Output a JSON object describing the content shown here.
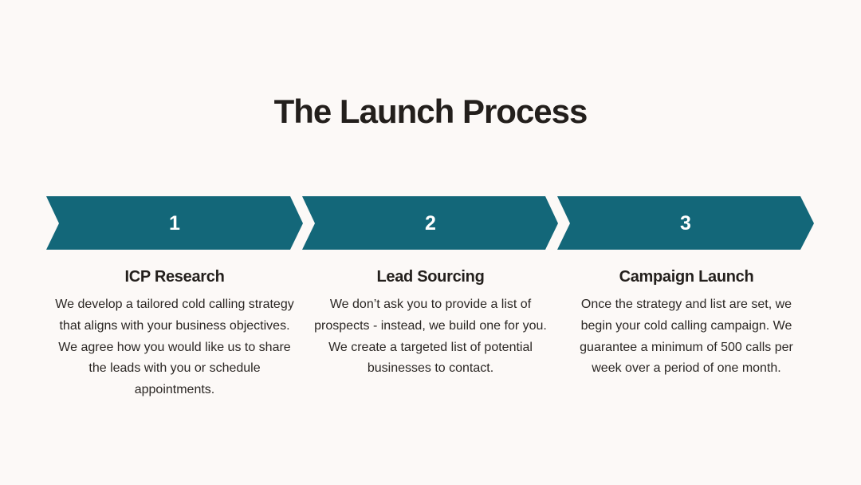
{
  "title": "The Launch Process",
  "colors": {
    "background": "#fcf9f7",
    "chevron": "#136779",
    "text": "#231f1c",
    "number": "#ffffff"
  },
  "steps": [
    {
      "number": "1",
      "title": "ICP Research",
      "description": "We develop a tailored cold calling strategy that aligns with your business objectives. We agree how you would like us to share the leads with you or schedule appointments."
    },
    {
      "number": "2",
      "title": "Lead Sourcing",
      "description": "We don’t ask you to provide a list of prospects - instead, we build one for you. We create a targeted list of potential businesses to contact."
    },
    {
      "number": "3",
      "title": "Campaign Launch",
      "description": "Once the strategy and list are set, we begin your cold calling campaign. We guarantee a minimum of 500 calls per week over a period of one month."
    }
  ]
}
